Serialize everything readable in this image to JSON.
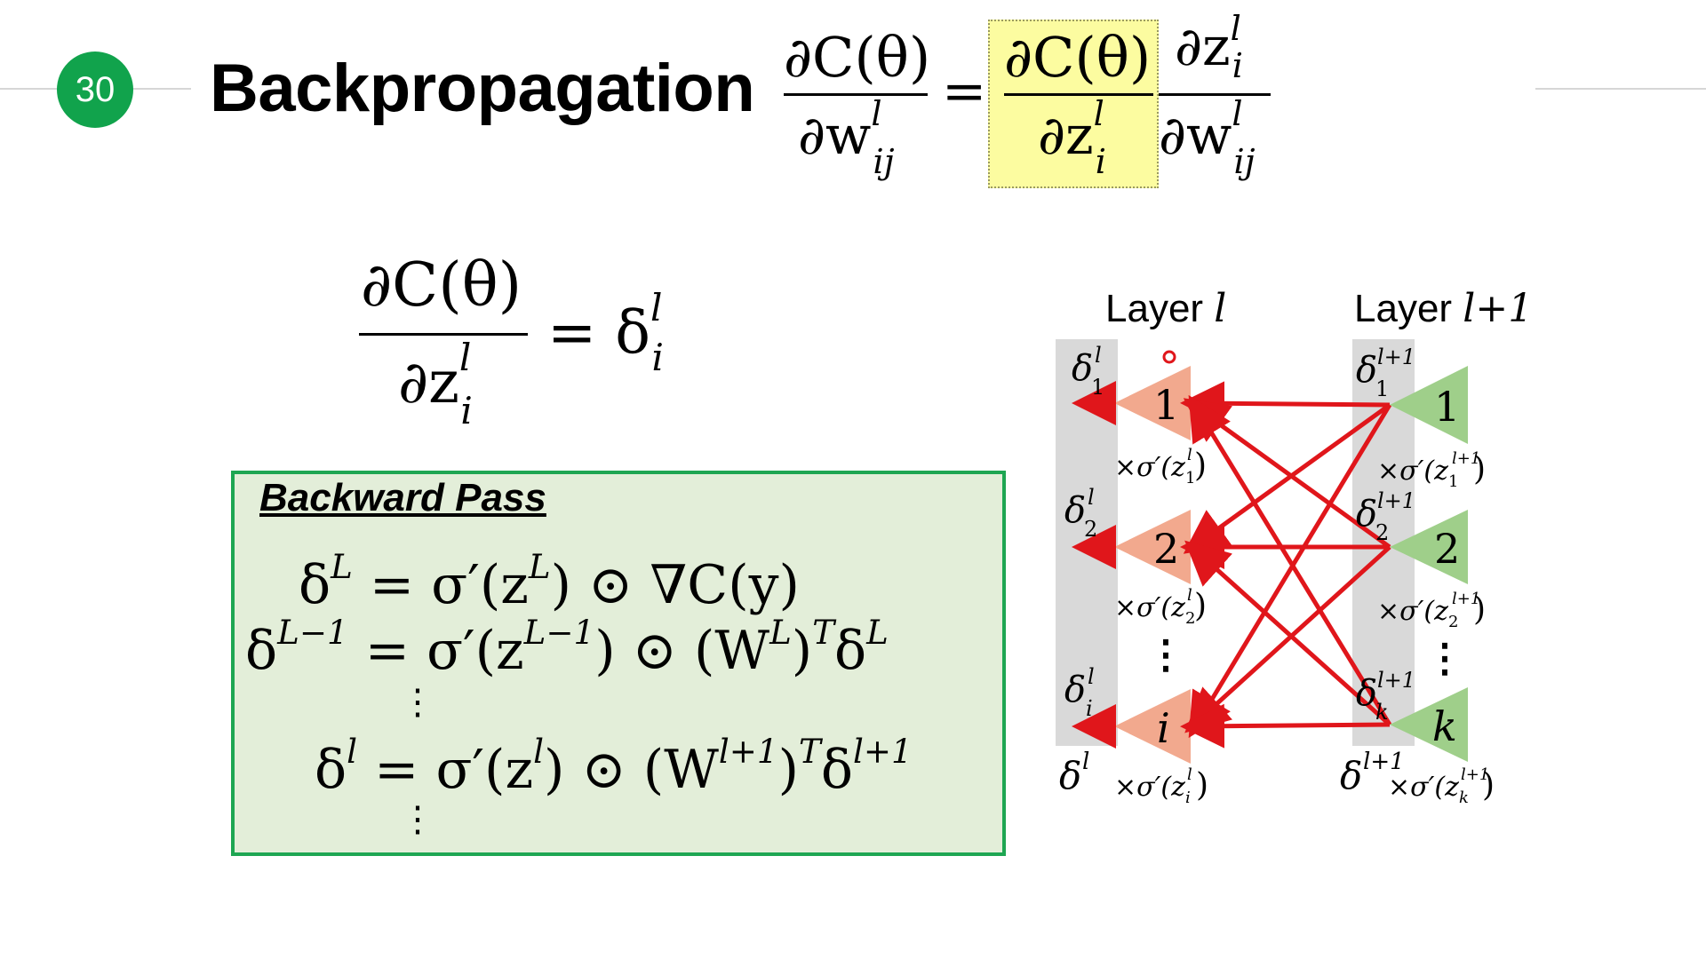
{
  "slide": {
    "number": "30",
    "title": "Backpropagation"
  },
  "top_equation": {
    "lhs_num": "∂C(θ)",
    "lhs_den": "∂w",
    "lhs_den_sup": "l",
    "lhs_den_sub": "ij",
    "equals": "=",
    "hl_num": "∂C(θ)",
    "hl_den": "∂z",
    "hl_den_sup": "l",
    "hl_den_sub": "i",
    "r_num": "∂z",
    "r_num_sup": "l",
    "r_num_sub": "i",
    "r_den": "∂w",
    "r_den_sup": "l",
    "r_den_sub": "ij"
  },
  "delta_def": {
    "num": "∂C(θ)",
    "den": "∂z",
    "den_sup": "l",
    "den_sub": "i",
    "rhs": "= δ",
    "rhs_sup": "l",
    "rhs_sub": "i"
  },
  "backward_pass": {
    "title": "Backward Pass",
    "eq1_lhs": "δ",
    "eq1_lhs_sup": "L",
    "eq1_rhs": "= σ′(z",
    "eq1_rhs_sup": "L",
    "eq1_rhs_end": ") ⊙ ∇C(y)",
    "eq2_lhs": "δ",
    "eq2_lhs_sup": "L−1",
    "eq2_rhs": "= σ′(z",
    "eq2_rhs_sup": "L−1",
    "eq2_rhs_mid": ") ⊙ (W",
    "eq2_rhs_sup2": "L",
    "eq2_rhs_mid2": ")",
    "eq2_rhs_sup3": "T",
    "eq2_rhs_end": "δ",
    "eq2_rhs_sup4": "L",
    "vdots": "⋮",
    "eq3_lhs": "δ",
    "eq3_lhs_sup": "l",
    "eq3_rhs": "= σ′(z",
    "eq3_rhs_sup": "l",
    "eq3_rhs_mid": ") ⊙ (W",
    "eq3_rhs_sup2": "l+1",
    "eq3_rhs_mid2": ")",
    "eq3_rhs_sup3": "T",
    "eq3_rhs_end": "δ",
    "eq3_rhs_sup4": "l+1"
  },
  "diagram": {
    "layer_l": "Layer ",
    "layer_l_var": "l",
    "layer_l1": "Layer ",
    "layer_l1_var": "l+1",
    "left_nodes": [
      "1",
      "2",
      "i"
    ],
    "right_nodes": [
      "1",
      "2",
      "k"
    ],
    "left_delta": "δ",
    "left_delta_sup": "l",
    "left_delta_subs": [
      "1",
      "2",
      "i"
    ],
    "right_delta_sup": "l+1",
    "right_delta_subs": [
      "1",
      "2",
      "k"
    ],
    "times_sigma": "×σ′(z",
    "bottom_left": "δ",
    "bottom_left_sup": "l",
    "bottom_right": "δ",
    "bottom_right_sup": "l+1",
    "vdots": "⋮",
    "colors": {
      "left_node": "#f2a98e",
      "right_node": "#9fcf8a",
      "arrow": "#e0161b",
      "column_bg": "#d9d9d9"
    }
  }
}
